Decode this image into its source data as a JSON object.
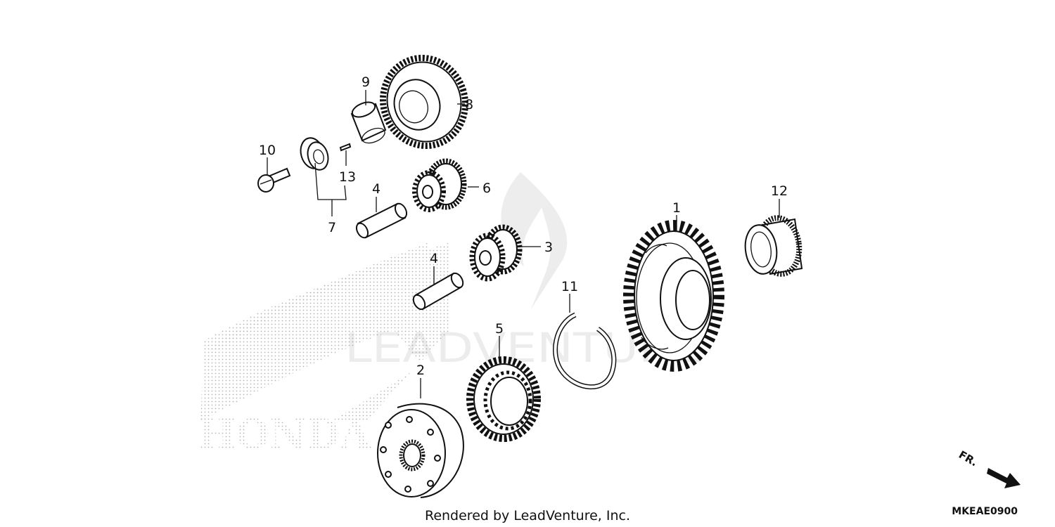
{
  "diagram": {
    "callouts": {
      "p1": "1",
      "p2": "2",
      "p3": "3",
      "p4a": "4",
      "p4b": "4",
      "p5": "5",
      "p6": "6",
      "p7": "7",
      "p8": "8",
      "p9": "9",
      "p10": "10",
      "p11": "11",
      "p12": "12",
      "p13": "13"
    },
    "footer": "Rendered by LeadVenture, Inc.",
    "diagram_code": "MKEAE0900",
    "direction_label": "FR.",
    "watermark_brand": "HONDA",
    "watermark_vendor": "LEADVENTURE"
  }
}
